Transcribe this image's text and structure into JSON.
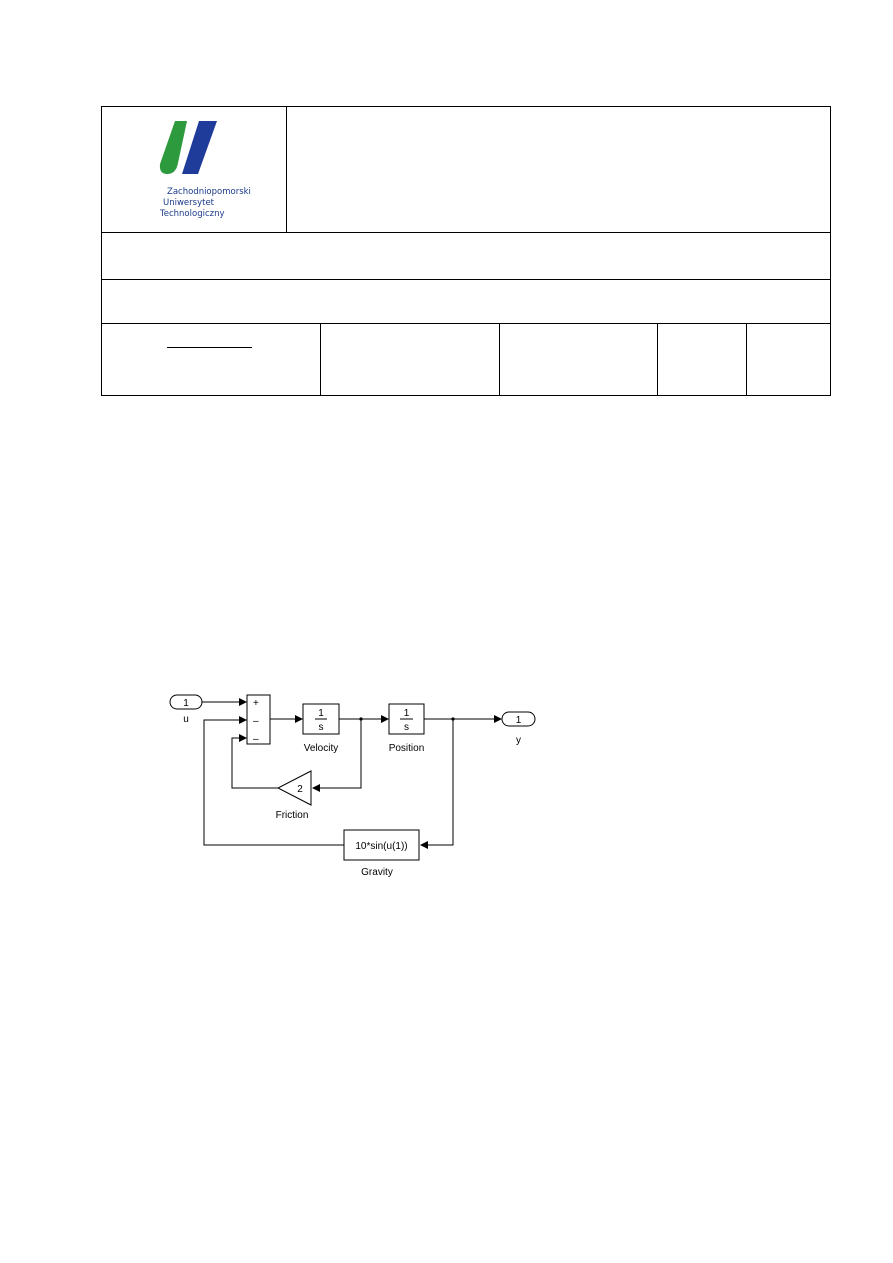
{
  "header": {
    "logo": {
      "icon": "zut-logo-icon",
      "colors": {
        "green": "#2e9a3e",
        "blue": "#1f3c9b"
      },
      "text_lines": [
        "Zachodniopomorski",
        "Uniwersytet",
        "Technologiczny"
      ]
    }
  },
  "diagram": {
    "inport": {
      "number": "1",
      "label": "u"
    },
    "sum_signs": [
      "+",
      "–",
      "–"
    ],
    "velocity": {
      "num": "1",
      "den": "s",
      "label": "Velocity"
    },
    "position": {
      "num": "1",
      "den": "s",
      "label": "Position"
    },
    "outport": {
      "number": "1",
      "label": "y"
    },
    "friction": {
      "gain": "2",
      "label": "Friction"
    },
    "gravity": {
      "expr": "10*sin(u(1))",
      "label": "Gravity"
    }
  }
}
